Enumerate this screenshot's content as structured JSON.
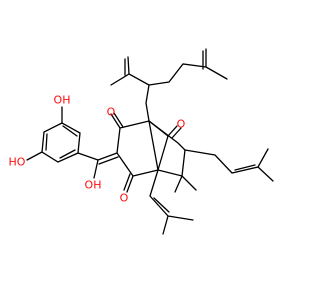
{
  "colors": {
    "bond": "#000000",
    "oxygen": "#ff0d0d",
    "background": "#ffffff"
  },
  "labels": {
    "oh_catechol_top": "OH",
    "ho_catechol_left": "HO",
    "oh_enol": "OH",
    "o_ketone_upper": "O",
    "o_ketone_lower": "O",
    "o_ketone_bridge": "O"
  }
}
